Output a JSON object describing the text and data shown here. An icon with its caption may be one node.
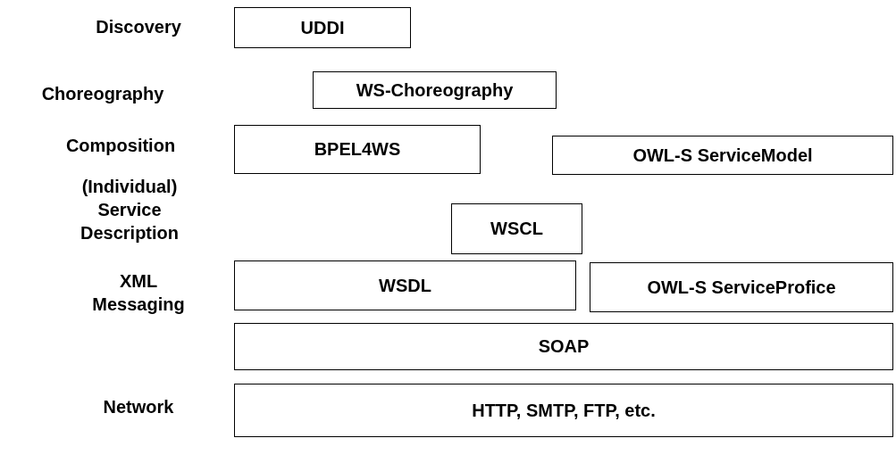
{
  "diagram": {
    "nodes": [
      {
        "text": [
          "UDDI"
        ]
      },
      {
        "text": [
          "WS-Choreography"
        ]
      },
      {
        "text": [
          "BPEL4WS"
        ]
      },
      {
        "text": [
          "OWL-S ServiceModel"
        ]
      },
      {
        "text": [
          "WSCL"
        ]
      },
      {
        "text": [
          "WSDL"
        ]
      },
      {
        "text": [
          "OWL-S ServiceProfice"
        ]
      },
      {
        "text": [
          "SOAP"
        ]
      },
      {
        "text": [
          "HTTP, SMTP, FTP, etc."
        ]
      }
    ],
    "edges": [],
    "labels": [
      "Discovery",
      "Choreography",
      "Composition",
      "(Individual) Service Description",
      "XML Messaging",
      "Network"
    ]
  }
}
